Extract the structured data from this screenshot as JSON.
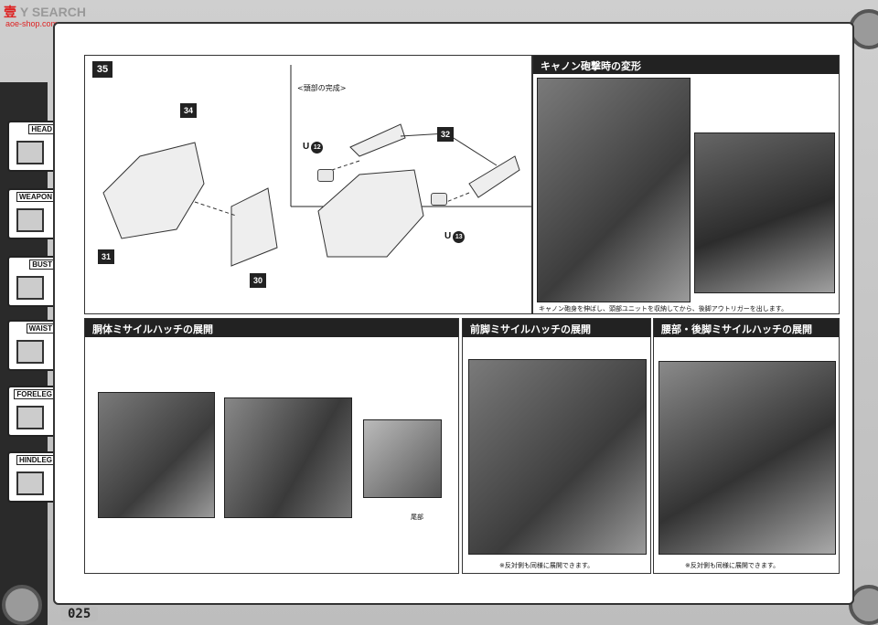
{
  "site": {
    "logo_left": "壹",
    "logo_right": "Y SEARCH",
    "url": "aoe-shop.com"
  },
  "tabs": [
    {
      "label": "HEAD"
    },
    {
      "label": "WEAPON"
    },
    {
      "label": "BUST"
    },
    {
      "label": "WAIST"
    },
    {
      "label": "FORELEG"
    },
    {
      "label": "HINDLEG"
    }
  ],
  "step": {
    "number": "35",
    "subtitle": "<頭部の完成>",
    "parts": [
      "34",
      "31",
      "30",
      "32"
    ],
    "u_labels": [
      "U",
      "U"
    ],
    "u_numbers": [
      "12",
      "13"
    ]
  },
  "cannon": {
    "title": "キャノン砲撃時の変形",
    "caption": "キャノン砲身を伸ばし、頭部ユニットを収納してから、後脚アウトリガーを出します。"
  },
  "torso": {
    "title": "胴体ミサイルハッチの展開",
    "tail_label": "尾部"
  },
  "foreleg": {
    "title": "前脚ミサイルハッチの展開",
    "caption": "※反対側も同様に展開できます。"
  },
  "waist": {
    "title": "腰部・後脚ミサイルハッチの展開",
    "caption": "※反対側も同様に展開できます。"
  },
  "page_number": "025"
}
